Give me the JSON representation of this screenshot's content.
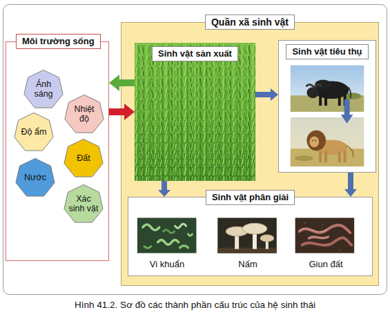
{
  "diagram": {
    "caption": "Hình 41.2. Sơ đồ các thành phần cấu trúc của hệ sinh thái",
    "nodes": [
      {
        "text": [
          "Môi trường sống"
        ]
      },
      {
        "text": [
          "Ánh sáng"
        ],
        "in": 0
      },
      {
        "text": [
          "Nhiệt độ"
        ],
        "in": 0
      },
      {
        "text": [
          "Độ ẩm"
        ],
        "in": 0
      },
      {
        "text": [
          "Đất"
        ],
        "in": 0
      },
      {
        "text": [
          "Nước"
        ],
        "in": 0
      },
      {
        "text": [
          "Xác sinh vật"
        ],
        "in": 0
      },
      {
        "text": [
          "Quần xã sinh vật"
        ]
      },
      {
        "text": [
          "Sinh vật sản xuất"
        ],
        "in": 7
      },
      {
        "text": [
          "Sinh vật tiêu thụ"
        ],
        "in": 7
      },
      {
        "text": [
          "Sinh vật phân giải"
        ],
        "in": 7
      }
    ],
    "edges": [
      {
        "from": 8,
        "to": 0,
        "arrow": "to"
      },
      {
        "from": 0,
        "to": 8,
        "arrow": "to"
      },
      {
        "from": 8,
        "to": 9,
        "arrow": "to"
      },
      {
        "from": 8,
        "to": 10,
        "arrow": "to"
      },
      {
        "from": 9,
        "to": 10,
        "arrow": "to"
      }
    ],
    "labels": [
      "Vi khuẩn",
      "Nấm",
      "Giun đất"
    ]
  }
}
